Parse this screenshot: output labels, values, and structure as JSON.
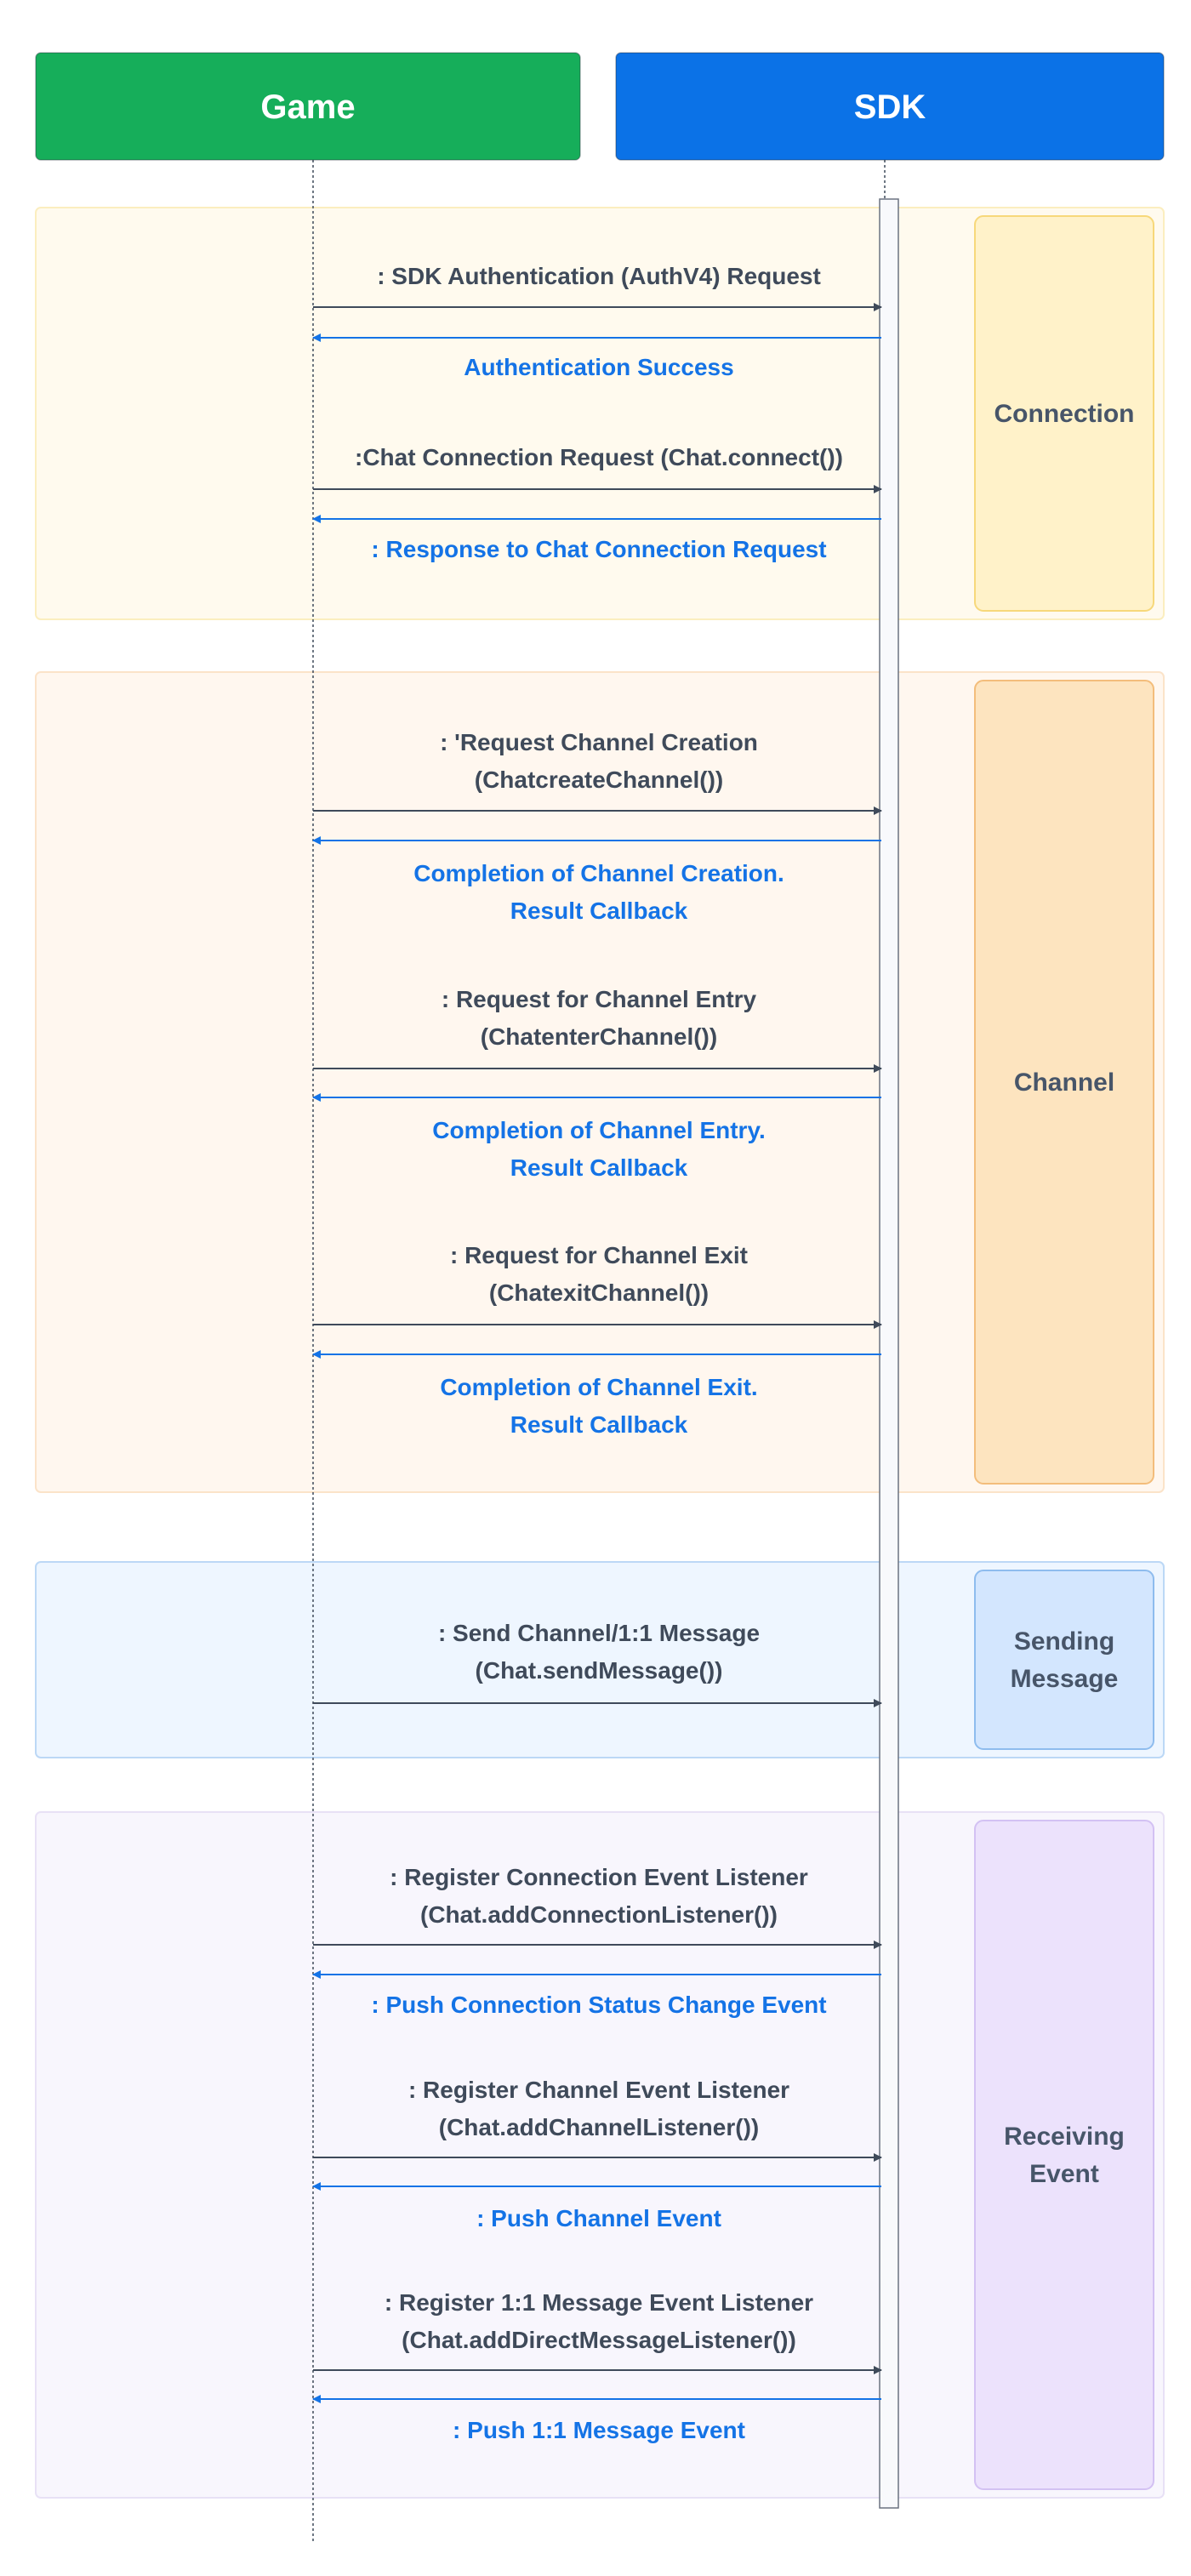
{
  "actors": [
    {
      "id": "game",
      "label": "Game",
      "color": "#16ae5a"
    },
    {
      "id": "sdk",
      "label": "SDK",
      "color": "#0b72e7"
    }
  ],
  "colors": {
    "request_text": "#3f4a5a",
    "response_text": "#1473e6",
    "request_arrow": "#3f4a5a",
    "response_arrow": "#1473e6"
  },
  "groups": [
    {
      "id": "connection",
      "label": [
        "Connection"
      ],
      "bg": "#fffaee",
      "border": "#fbeebf",
      "tag_bg": "#fff2c9",
      "tag_border": "#f7d87a"
    },
    {
      "id": "channel",
      "label": [
        "Channel"
      ],
      "bg": "#fff7ef",
      "border": "#fbe3c9",
      "tag_bg": "#fde4bf",
      "tag_border": "#f3bd7b"
    },
    {
      "id": "sending",
      "label": [
        "Sending",
        "Message"
      ],
      "bg": "#eef6ff",
      "border": "#bcd8f6",
      "tag_bg": "#d3e6fe",
      "tag_border": "#8ebcee"
    },
    {
      "id": "receiving",
      "label": [
        "Receiving",
        "Event"
      ],
      "bg": "#f8f6fd",
      "border": "#e8e1f6",
      "tag_bg": "#ece2fc",
      "tag_border": "#d3c1f3"
    }
  ],
  "messages": [
    {
      "kind": "request",
      "lines": [
        ": SDK Authentication (AuthV4) Request"
      ]
    },
    {
      "kind": "response",
      "lines": [
        "Authentication Success"
      ]
    },
    {
      "kind": "request",
      "lines": [
        ":Chat Connection Request (Chat.connect())"
      ]
    },
    {
      "kind": "response",
      "lines": [
        ": Response to Chat Connection Request"
      ]
    },
    {
      "kind": "request",
      "lines": [
        ": 'Request Channel Creation",
        "(ChatcreateChannel())"
      ]
    },
    {
      "kind": "response",
      "lines": [
        "Completion of Channel Creation.",
        "Result Callback"
      ]
    },
    {
      "kind": "request",
      "lines": [
        ": Request for Channel Entry",
        "(ChatenterChannel())"
      ]
    },
    {
      "kind": "response",
      "lines": [
        "Completion of Channel Entry.",
        "Result Callback"
      ]
    },
    {
      "kind": "request",
      "lines": [
        ": Request for Channel Exit",
        "(ChatexitChannel())"
      ]
    },
    {
      "kind": "response",
      "lines": [
        "Completion of Channel Exit.",
        "Result Callback"
      ]
    },
    {
      "kind": "request",
      "lines": [
        ": Send Channel/1:1 Message",
        "(Chat.sendMessage())"
      ]
    },
    {
      "kind": "request",
      "lines": [
        ": Register Connection Event Listener",
        "(Chat.addConnectionListener())"
      ]
    },
    {
      "kind": "response",
      "lines": [
        ": Push Connection Status Change Event"
      ]
    },
    {
      "kind": "request",
      "lines": [
        ": Register Channel Event Listener",
        "(Chat.addChannelListener())"
      ]
    },
    {
      "kind": "response",
      "lines": [
        ": Push Channel Event"
      ]
    },
    {
      "kind": "request",
      "lines": [
        ": Register 1:1 Message Event Listener",
        "(Chat.addDirectMessageListener())"
      ]
    },
    {
      "kind": "response",
      "lines": [
        ": Push 1:1 Message Event"
      ]
    }
  ]
}
